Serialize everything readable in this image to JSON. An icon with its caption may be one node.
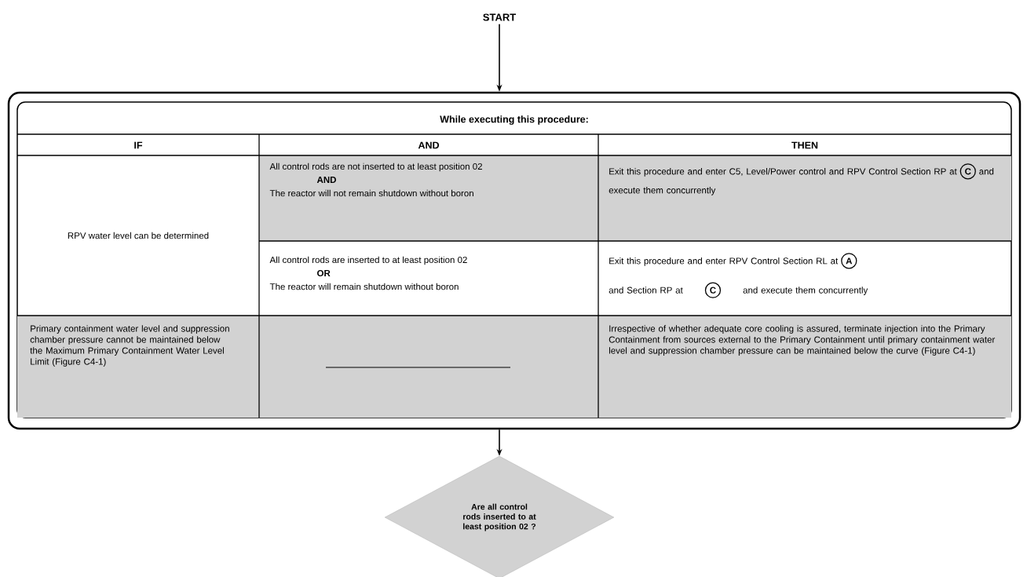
{
  "diagram": {
    "nodes": [
      {
        "text": [
          "START"
        ]
      },
      {
        "text": [
          "While executing this procedure:"
        ]
      },
      {
        "text": [
          "Are all control rods inserted to at least position 02 ?"
        ]
      }
    ],
    "edges": [
      {
        "from": 0,
        "to": 1,
        "arrow": "to"
      },
      {
        "from": 1,
        "to": 2,
        "arrow": "to"
      }
    ],
    "labels": [
      "IF",
      "AND",
      "THEN",
      "RPV water level can be determined",
      "All control rods are not inserted to at least position 02",
      "AND",
      "The reactor will not remain shutdown without boron",
      "Exit this procedure and enter C5, Level/Power control and RPV Control Section RP at",
      "C",
      "and execute them concurrently",
      "All control rods are inserted to at least position 02",
      "OR",
      "The reactor will remain shutdown without boron",
      "Exit this procedure and enter RPV Control Section RL at",
      "A",
      "and Section RP at",
      "C",
      "and execute them concurrently",
      "Primary containment water level and suppression chamber pressure cannot be maintained below the Maximum Primary Containment Water Level Limit (Figure C4-1)",
      "Irrespective of whether adequate core cooling is assured, terminate injection into the Primary Containment from sources external to the Primary Containment until primary containment water level and suppression chamber pressure can be maintained below the curve (Figure C4-1)"
    ]
  }
}
